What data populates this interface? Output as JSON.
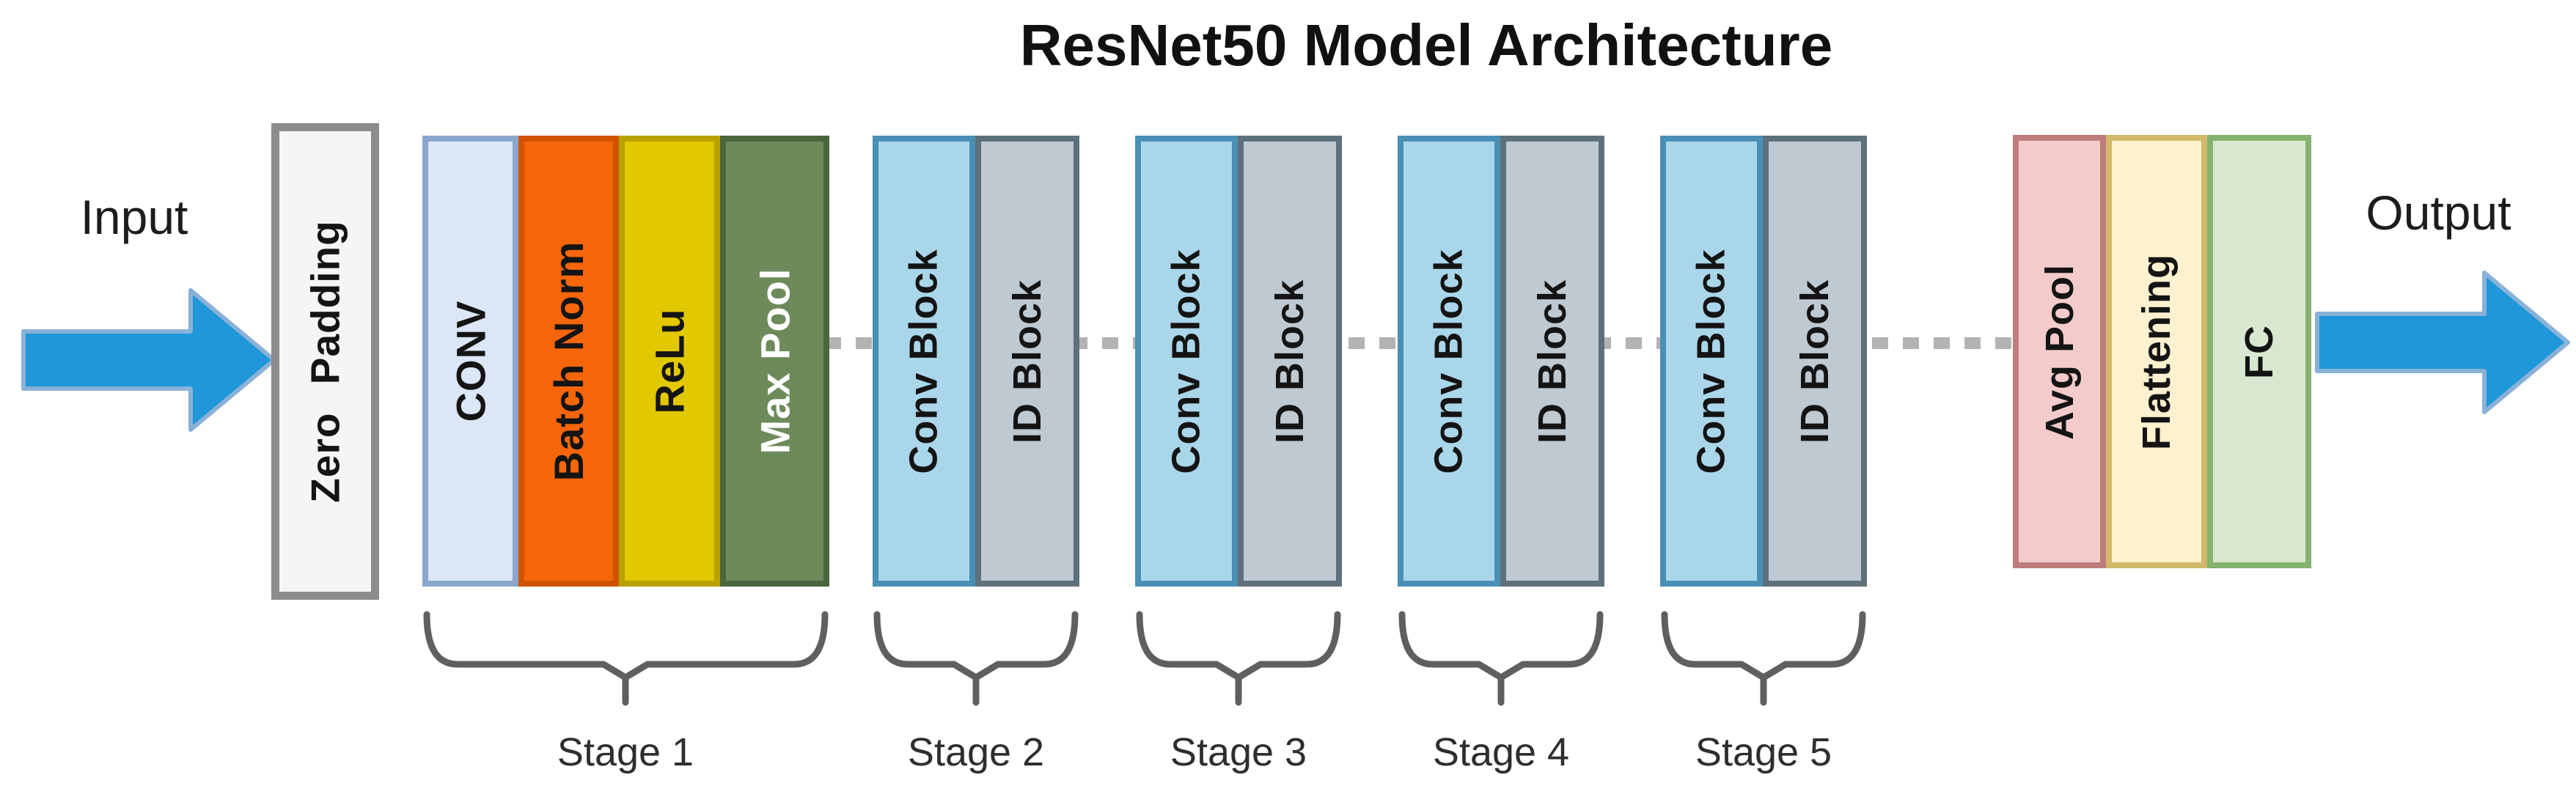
{
  "title": "ResNet50 Model Architecture",
  "input": {
    "label": "Input"
  },
  "output": {
    "label": "Output"
  },
  "palette": {
    "arrow_fill": "#1f97d8",
    "arrow_outline": "#8ab1d8",
    "dotted_line": "#b3b3b3",
    "brace_stroke": "#5f5f5f",
    "zero_padding_fill": "#f5f5f5",
    "zero_padding_border": "#8c8c8c",
    "conv_fill": "#dbe7f6",
    "conv_border": "#8aa6cd",
    "batch_norm_fill": "#f5660a",
    "batch_norm_border": "#d15300",
    "relu_fill": "#e2c801",
    "relu_border": "#b9a200",
    "max_pool_fill": "#6d8a5b",
    "max_pool_border": "#4a663d",
    "conv_block_fill": "#aad6ea",
    "conv_block_border": "#4a8fb5",
    "id_block_fill": "#bec9d2",
    "id_block_border": "#5e707b",
    "avg_pool_fill": "#f4cbcb",
    "avg_pool_border": "#bd7d7d",
    "flattening_fill": "#fdf1cf",
    "flattening_border": "#d2b96a",
    "fc_fill": "#d8e8d0",
    "fc_border": "#85b26e"
  },
  "blocks": {
    "zero_padding": {
      "label": "Zero Padding"
    },
    "stage1_layers": [
      {
        "label": "CONV"
      },
      {
        "label": "Batch Norm"
      },
      {
        "label": "ReLu"
      },
      {
        "label": "Max Pool"
      }
    ],
    "residual_layers": [
      {
        "label": "Conv Block"
      },
      {
        "label": "ID Block"
      }
    ],
    "head_layers": [
      {
        "label": "Avg Pool"
      },
      {
        "label": "Flattening"
      },
      {
        "label": "FC"
      }
    ]
  },
  "stage_labels": [
    "Stage 1",
    "Stage 2",
    "Stage 3",
    "Stage 4",
    "Stage 5"
  ]
}
